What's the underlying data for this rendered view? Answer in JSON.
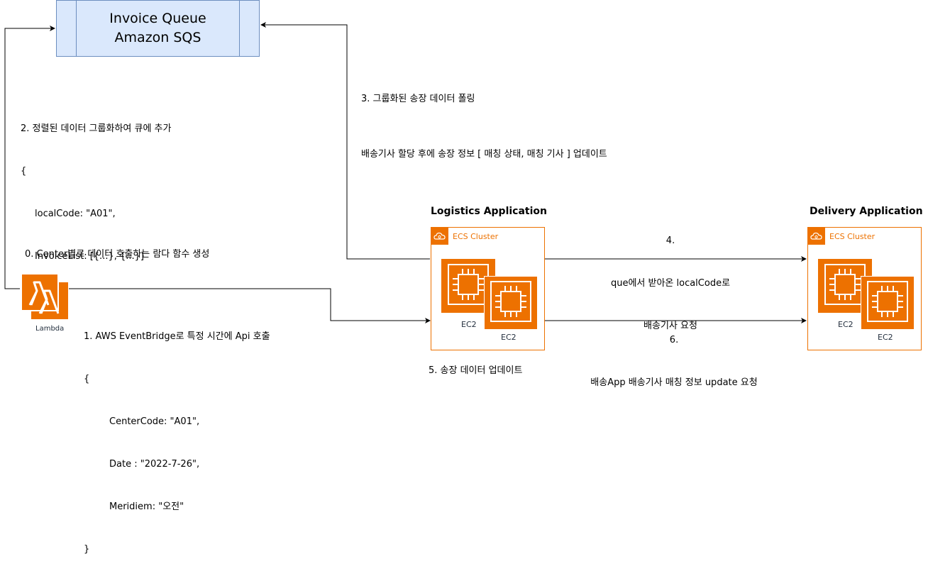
{
  "queue": {
    "line1": "Invoice Queue",
    "line2": "Amazon SQS"
  },
  "step0": "0. Center별로 데이터 호출하는 람다 함수 생성",
  "step1": {
    "title": "1. AWS EventBridge로 특정 시간에 Api 호출",
    "lines": [
      "{",
      "CenterCode: \"A01\",",
      "Date : \"2022-7-26\",",
      "Meridiem: \"오전\"",
      "}"
    ]
  },
  "step2": {
    "title": "2. 정렬된 데이터 그룹화하여 큐에 추가",
    "lines": [
      "{",
      "localCode: \"A01\",",
      "InvoiceList: [{...}, {...}]",
      "}"
    ]
  },
  "step3": {
    "line1": "3. 그룹화된 송장 데이터 폴링",
    "line2": "배송기사 할당 후에 송장 정보 [ 매칭 상태, 매칭 기사 ] 업데이트"
  },
  "step4": {
    "line1": "4.",
    "line2": "que에서 받아온 localCode로",
    "line3": "배송기사 요청"
  },
  "step5": "5. 송장 데이터 업데이트",
  "step6": {
    "line1": "6.",
    "line2": "배송App 배송기사 매칭 정보 update 요청"
  },
  "lambda": {
    "label": "Lambda",
    "icon": "lambda-icon",
    "color": "#ed7100"
  },
  "logistics": {
    "title": "Logistics Application",
    "cluster_label": "ECS Cluster",
    "ec2_a": "EC2",
    "ec2_b": "EC2"
  },
  "delivery": {
    "title": "Delivery Application",
    "cluster_label": "ECS Cluster",
    "ec2_a": "EC2",
    "ec2_b": "EC2"
  },
  "colors": {
    "aws_orange": "#ed7100",
    "queue_fill": "#dae8fc",
    "queue_stroke": "#6c8ebf"
  }
}
